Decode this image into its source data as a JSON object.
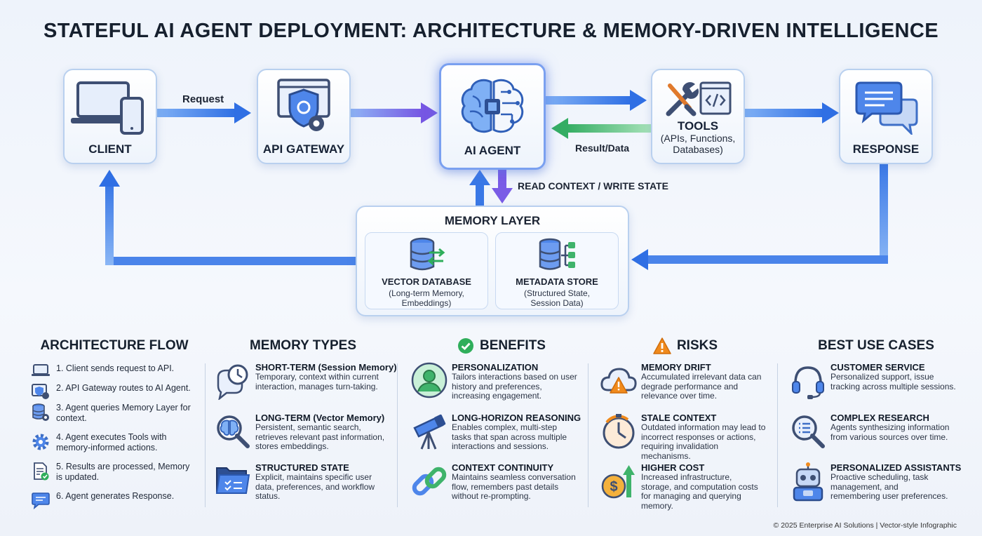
{
  "title": "STATEFUL AI AGENT DEPLOYMENT: ARCHITECTURE & MEMORY-DRIVEN INTELLIGENCE",
  "nodes": {
    "client": "CLIENT",
    "gateway": "API GATEWAY",
    "agent": "AI AGENT",
    "tools": "TOOLS",
    "tools_sub": "(APIs, Functions, Databases)",
    "response": "RESPONSE"
  },
  "edges": {
    "request": "Request",
    "result": "Result/Data",
    "context": "READ CONTEXT / WRITE STATE"
  },
  "memory": {
    "title": "MEMORY LAYER",
    "vector": {
      "name": "VECTOR DATABASE",
      "desc": "(Long-term Memory, Embeddings)"
    },
    "metadata": {
      "name": "METADATA STORE",
      "desc": "(Structured State, Session Data)"
    }
  },
  "flow": {
    "title": "ARCHITECTURE FLOW",
    "steps": [
      "1. Client sends request to API.",
      "2. API Gateway routes to AI Agent.",
      "3. Agent queries Memory Layer for context.",
      "4. Agent executes Tools with memory-informed actions.",
      "5. Results are processed, Memory is updated.",
      "6. Agent generates Response."
    ]
  },
  "memory_types": {
    "title": "MEMORY TYPES",
    "items": [
      {
        "head": "SHORT-TERM (Session Memory)",
        "desc": "Temporary, context within current interaction, manages turn-taking."
      },
      {
        "head": "LONG-TERM (Vector Memory)",
        "desc": "Persistent, semantic search, retrieves relevant past information, stores embeddings."
      },
      {
        "head": "STRUCTURED STATE",
        "desc": "Explicit, maintains specific user data, preferences, and workflow status."
      }
    ]
  },
  "benefits": {
    "title": "BENEFITS",
    "items": [
      {
        "head": "PERSONALIZATION",
        "desc": "Tailors interactions based on user history and preferences, increasing engagement."
      },
      {
        "head": "LONG-HORIZON REASONING",
        "desc": "Enables complex, multi-step tasks that span across multiple interactions and sessions."
      },
      {
        "head": "CONTEXT CONTINUITY",
        "desc": "Maintains seamless conversation flow, remembers past details without re-prompting."
      }
    ]
  },
  "risks": {
    "title": "RISKS",
    "items": [
      {
        "head": "MEMORY DRIFT",
        "desc": "Accumulated irrelevant data can degrade performance and relevance over time."
      },
      {
        "head": "STALE CONTEXT",
        "desc": "Outdated information may lead to incorrect responses or actions, requiring invalidation mechanisms."
      },
      {
        "head": "HIGHER COST",
        "desc": "Increased infrastructure, storage, and computation costs for managing and querying memory."
      }
    ]
  },
  "use_cases": {
    "title": "BEST USE CASES",
    "items": [
      {
        "head": "CUSTOMER SERVICE",
        "desc": "Personalized support, issue tracking across multiple sessions."
      },
      {
        "head": "COMPLEX RESEARCH",
        "desc": "Agents synthesizing information from various sources over time."
      },
      {
        "head": "PERSONALIZED ASSISTANTS",
        "desc": "Proactive scheduling, task management, and remembering user preferences."
      }
    ]
  },
  "footer": "© 2025 Enterprise AI Solutions | Vector-style Infographic",
  "colors": {
    "flow_blue": "#3f7de8",
    "agent_purple": "#7a5ce6",
    "result_green": "#3fb36b",
    "warning_orange": "#f08a1c",
    "check_green": "#2fae5b"
  }
}
